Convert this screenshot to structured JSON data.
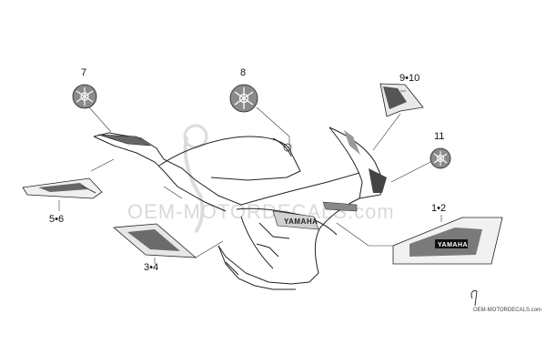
{
  "callouts": [
    {
      "id": "part-7",
      "label": "7"
    },
    {
      "id": "part-8",
      "label": "8"
    },
    {
      "id": "part-9-10",
      "label": "9•10"
    },
    {
      "id": "part-11",
      "label": "11"
    },
    {
      "id": "part-1-2",
      "label": "1•2"
    },
    {
      "id": "part-3-4",
      "label": "3•4"
    },
    {
      "id": "part-5-6",
      "label": "5•6"
    }
  ],
  "watermark": {
    "main_text": "OEM-MOTORDECALS.com",
    "small_text": "OEM-MOTORDECALS.com"
  },
  "fairing_text": {
    "brand_small": "YAMAHA",
    "brand_large": "YAMAHA"
  },
  "icons": {
    "emblem": "tuning-fork-emblem-icon"
  }
}
